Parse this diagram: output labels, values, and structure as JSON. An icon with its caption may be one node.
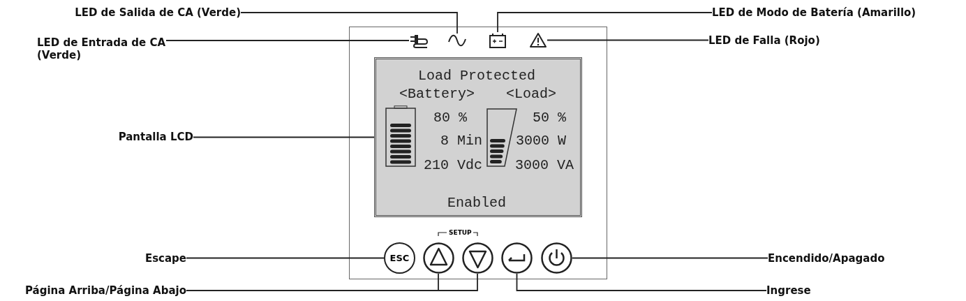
{
  "diagram": {
    "nodes": [
      {
        "text": [
          "LED de Salida de CA (Verde)"
        ]
      },
      {
        "text": [
          "LED de Modo de Batería (Amarillo)"
        ]
      },
      {
        "text": [
          "LED de Entrada de CA (Verde)"
        ]
      },
      {
        "text": [
          "LED de Falla (Rojo)"
        ]
      },
      {
        "text": [
          "Pantalla LCD"
        ]
      },
      {
        "text": [
          "Escape"
        ]
      },
      {
        "text": [
          "Encendido/Apagado"
        ]
      },
      {
        "text": [
          "Página Arriba/Página Abajo"
        ]
      },
      {
        "text": [
          "Ingrese"
        ]
      },
      {
        "text": [],
        "shape": "picture"
      },
      {
        "text": [],
        "shape": "picture"
      },
      {
        "text": [],
        "shape": "picture"
      },
      {
        "text": [],
        "shape": "picture"
      },
      {
        "text": [
          "Load Protected",
          "<Battery>",
          "<Load>",
          "80 %",
          "8 Min",
          "210 Vdc",
          "50 %",
          "3000 W",
          "3000 VA",
          "Enabled"
        ]
      },
      {
        "text": [
          "ESC"
        ]
      },
      {
        "text": [],
        "shape": "circle"
      },
      {
        "text": [],
        "shape": "circle"
      },
      {
        "text": [],
        "shape": "circle"
      },
      {
        "text": [],
        "shape": "circle"
      }
    ],
    "edges": [
      {
        "from": 0,
        "to": 10,
        "arrow": "none"
      },
      {
        "from": 1,
        "to": 11,
        "arrow": "none"
      },
      {
        "from": 2,
        "to": 9,
        "arrow": "none"
      },
      {
        "from": 3,
        "to": 12,
        "arrow": "none"
      },
      {
        "from": 4,
        "to": 13,
        "arrow": "none"
      },
      {
        "from": 5,
        "to": 14,
        "arrow": "none"
      },
      {
        "from": 6,
        "to": 18,
        "arrow": "none"
      },
      {
        "from": 7,
        "to": 15,
        "arrow": "none"
      },
      {
        "from": 7,
        "to": 16,
        "arrow": "none"
      },
      {
        "from": 8,
        "to": 17,
        "arrow": "none"
      }
    ],
    "labels": [
      "SETUP"
    ]
  }
}
